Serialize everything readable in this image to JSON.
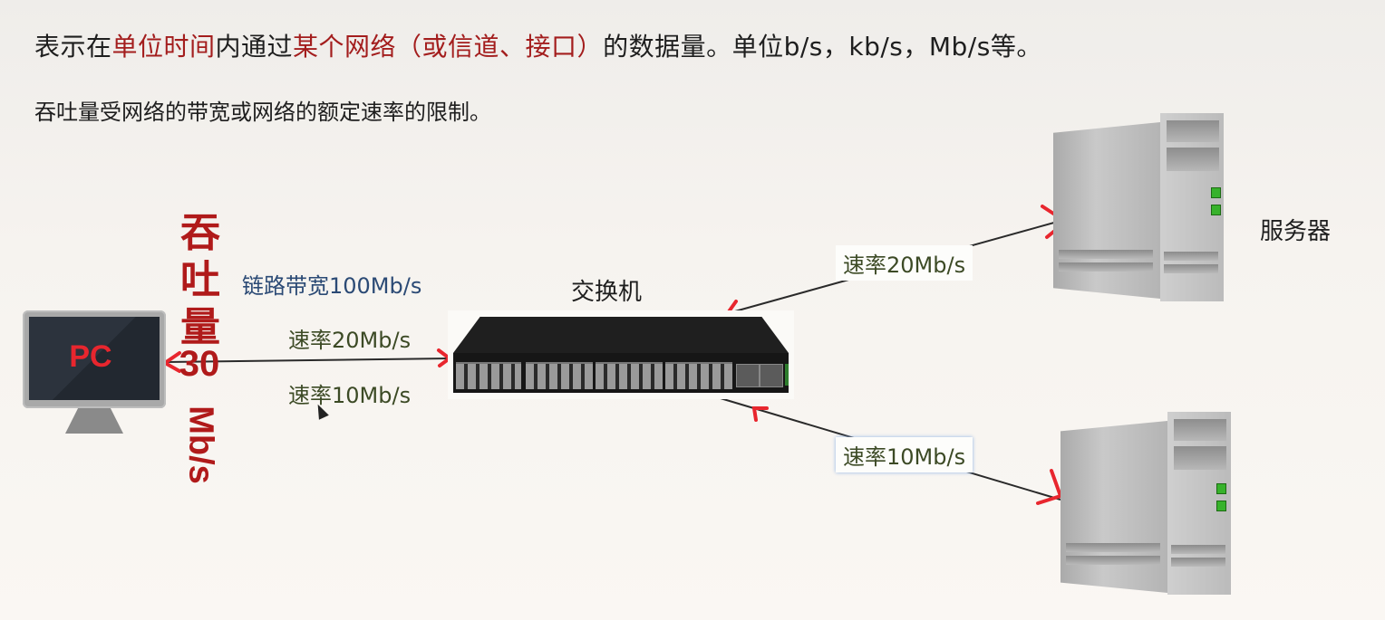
{
  "text": {
    "line1": {
      "parts": [
        {
          "t": "表示在",
          "red": false
        },
        {
          "t": "单位时间",
          "red": true
        },
        {
          "t": "内通过",
          "red": false
        },
        {
          "t": "某个网络（或信道、接口）",
          "red": true
        },
        {
          "t": "的数据量。单位b/s，kb/s，Mb/s等。",
          "red": false
        }
      ]
    },
    "line2": "吞吐量受网络的带宽或网络的额定速率的限制。"
  },
  "diagram": {
    "pc": {
      "label": "PC"
    },
    "throughput": {
      "label": "吞吐量",
      "value": "30",
      "unit": "Mb/s"
    },
    "pc_link": {
      "bandwidth_label": "链路带宽100Mb/s",
      "rate_up": "速率20Mb/s",
      "rate_down": "速率10Mb/s"
    },
    "switch": {
      "label": "交换机"
    },
    "server": {
      "label": "服务器"
    },
    "server1_link": {
      "rate": "速率20Mb/s"
    },
    "server2_link": {
      "rate": "速率10Mb/s"
    }
  },
  "colors": {
    "emphasis_red": "#a31d1d",
    "throughput_red": "#b01a1a",
    "annotation_red": "#e8262e",
    "bandwidth_blue": "#2b4a75",
    "rate_green": "#3c4a25"
  }
}
